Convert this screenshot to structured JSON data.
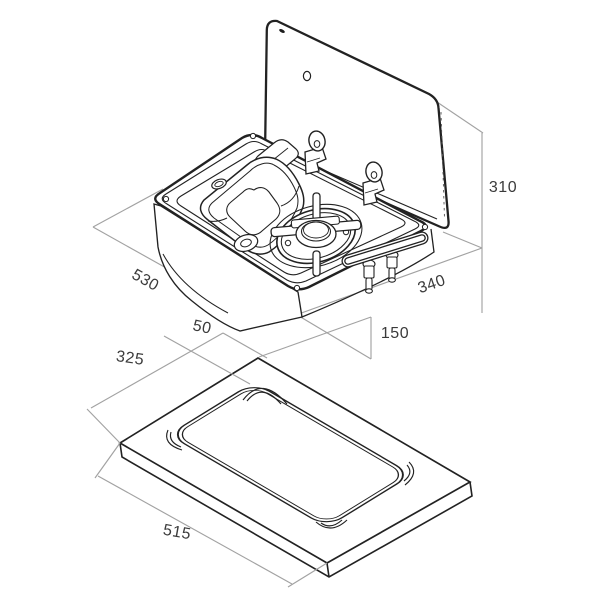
{
  "page": {
    "background": "#ffffff"
  },
  "colors": {
    "drawing_line": "#222222",
    "dimension_line": "#a2a2a2",
    "label_text": "#3b3b3b"
  },
  "dimensions": {
    "unit_width": "530",
    "unit_depth": "340",
    "lid_open_height": "310",
    "built_in_depth": "150",
    "cutout_back_offset": "50",
    "cutout_depth": "325",
    "cutout_width": "515"
  }
}
